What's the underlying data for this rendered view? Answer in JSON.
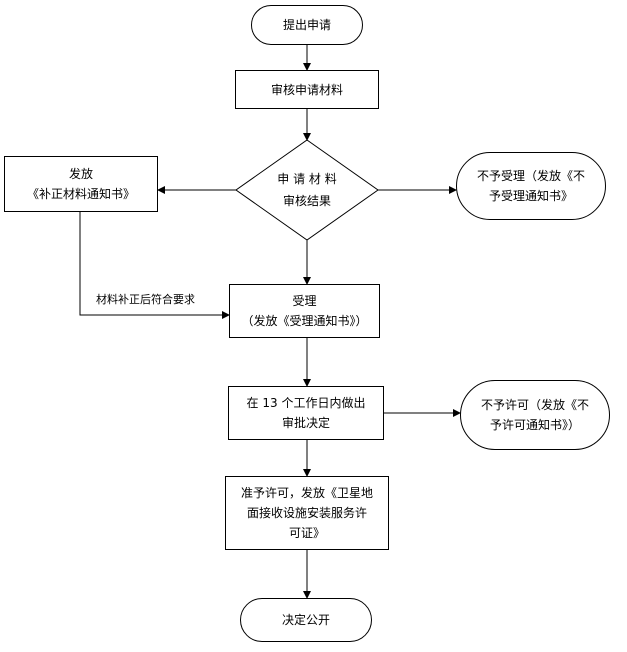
{
  "nodes": {
    "start": "提出申请",
    "review_materials": "审核申请材料",
    "decision_review": {
      "line1": "申 请 材 料",
      "line2": "审核结果"
    },
    "issue_supplement": {
      "line1": "发放",
      "line2": "《补正材料通知书》"
    },
    "reject_acceptance": {
      "line1": "不予受理（发放《不",
      "line2": "予受理通知书》"
    },
    "accept": {
      "line1": "受理",
      "line2": "（发放《受理通知书》）"
    },
    "decision_13days": {
      "line1": "在 13 个工作日内做出",
      "line2": "审批决定"
    },
    "reject_permit": {
      "line1": "不予许可（发放《不",
      "line2": "予许可通知书》）"
    },
    "approve": {
      "line1": "准予许可，发放《卫星地",
      "line2": "面接收设施安装服务许",
      "line3": "可证》"
    },
    "publish": "决定公开"
  },
  "edges": {
    "supplement_label": "材料补正后符合要求"
  }
}
